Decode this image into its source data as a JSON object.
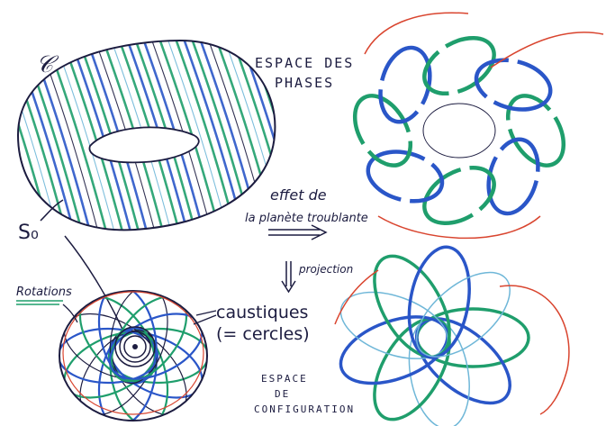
{
  "labels": {
    "torus_symbol": "𝒞",
    "s0": "S₀",
    "rotations": "Rotations",
    "espace_des": "ESPACE DES",
    "phases": "PHASES",
    "effet_de": "effet de",
    "planete": "la planète troublante",
    "projection": "projection",
    "caustiques": "caustiques",
    "cercles": "(= cercles)",
    "espace": "ESPACE",
    "de": "DE",
    "configuration": "CONFIGURATION"
  },
  "colors": {
    "ink": "#1c1c40",
    "green": "#1f9e6c",
    "blue": "#2a56c8",
    "red": "#d9452f",
    "light_blue": "#6fb7d8"
  }
}
